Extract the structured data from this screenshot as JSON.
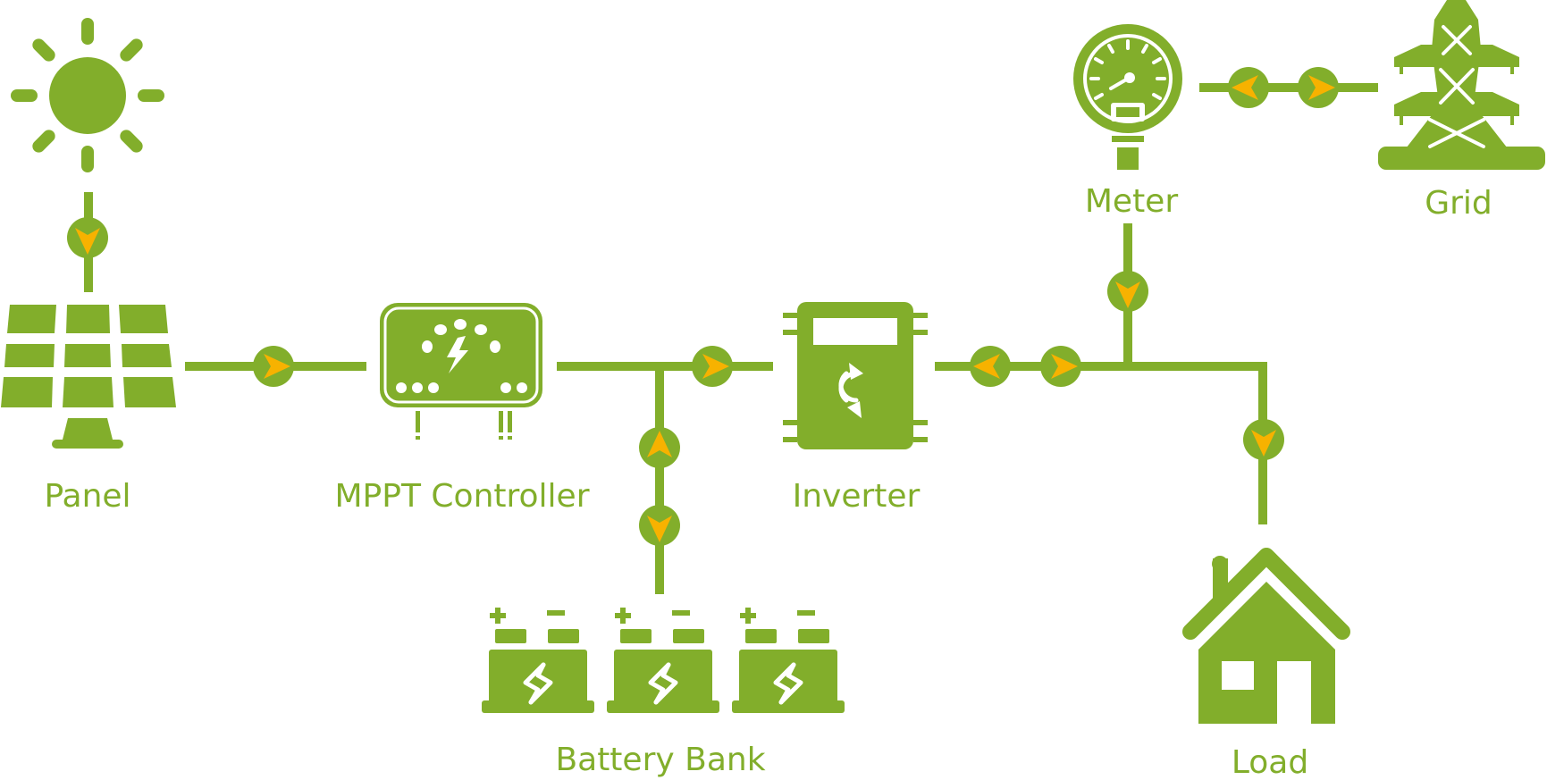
{
  "colors": {
    "primary": "#82AE2B",
    "arrow": "#F7B200",
    "inner": "#ffffff"
  },
  "labels": {
    "panel": "Panel",
    "mppt": "MPPT Controller",
    "inverter": "Inverter",
    "battery": "Battery Bank",
    "meter": "Meter",
    "grid": "Grid",
    "load": "Load"
  },
  "icons": {
    "sun": "sun-icon",
    "panel": "solar-panel-icon",
    "mppt": "charge-controller-icon",
    "inverter": "inverter-icon",
    "battery": "battery-icon",
    "meter": "meter-gauge-icon",
    "grid": "transmission-tower-icon",
    "load": "house-icon"
  }
}
